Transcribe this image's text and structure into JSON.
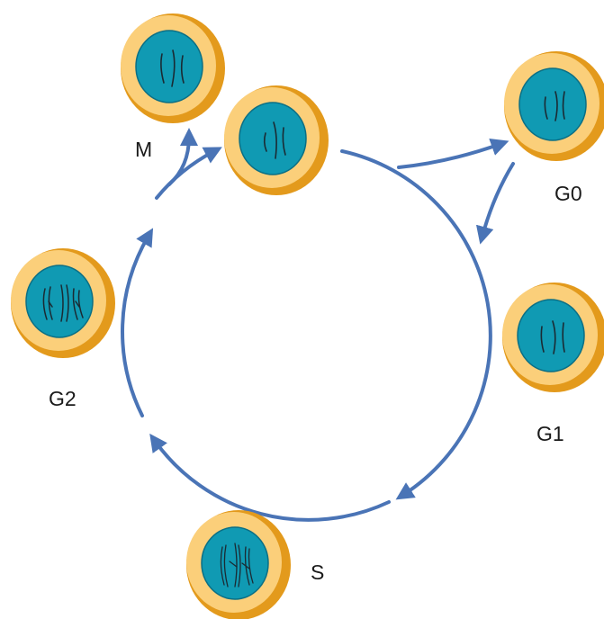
{
  "diagram": {
    "phases": {
      "m": "M",
      "g0": "G0",
      "g1": "G1",
      "s": "S",
      "g2": "G2"
    },
    "colors": {
      "arrow": "#4a74b6",
      "cell_outer": "#e39a1c",
      "cell_cytoplasm": "#fbcf7a",
      "nucleus": "#109ab3",
      "nucleus_edge": "#0b6f85",
      "chromatin": "#1b2a33"
    },
    "cells": [
      {
        "name": "cell-m-daughter",
        "chromatin": "condensed"
      },
      {
        "name": "cell-m-center",
        "chromatin": "condensed"
      },
      {
        "name": "cell-g0",
        "chromatin": "dispersed"
      },
      {
        "name": "cell-g1",
        "chromatin": "dispersed"
      },
      {
        "name": "cell-s",
        "chromatin": "replicating"
      },
      {
        "name": "cell-g2",
        "chromatin": "duplicated"
      }
    ]
  }
}
